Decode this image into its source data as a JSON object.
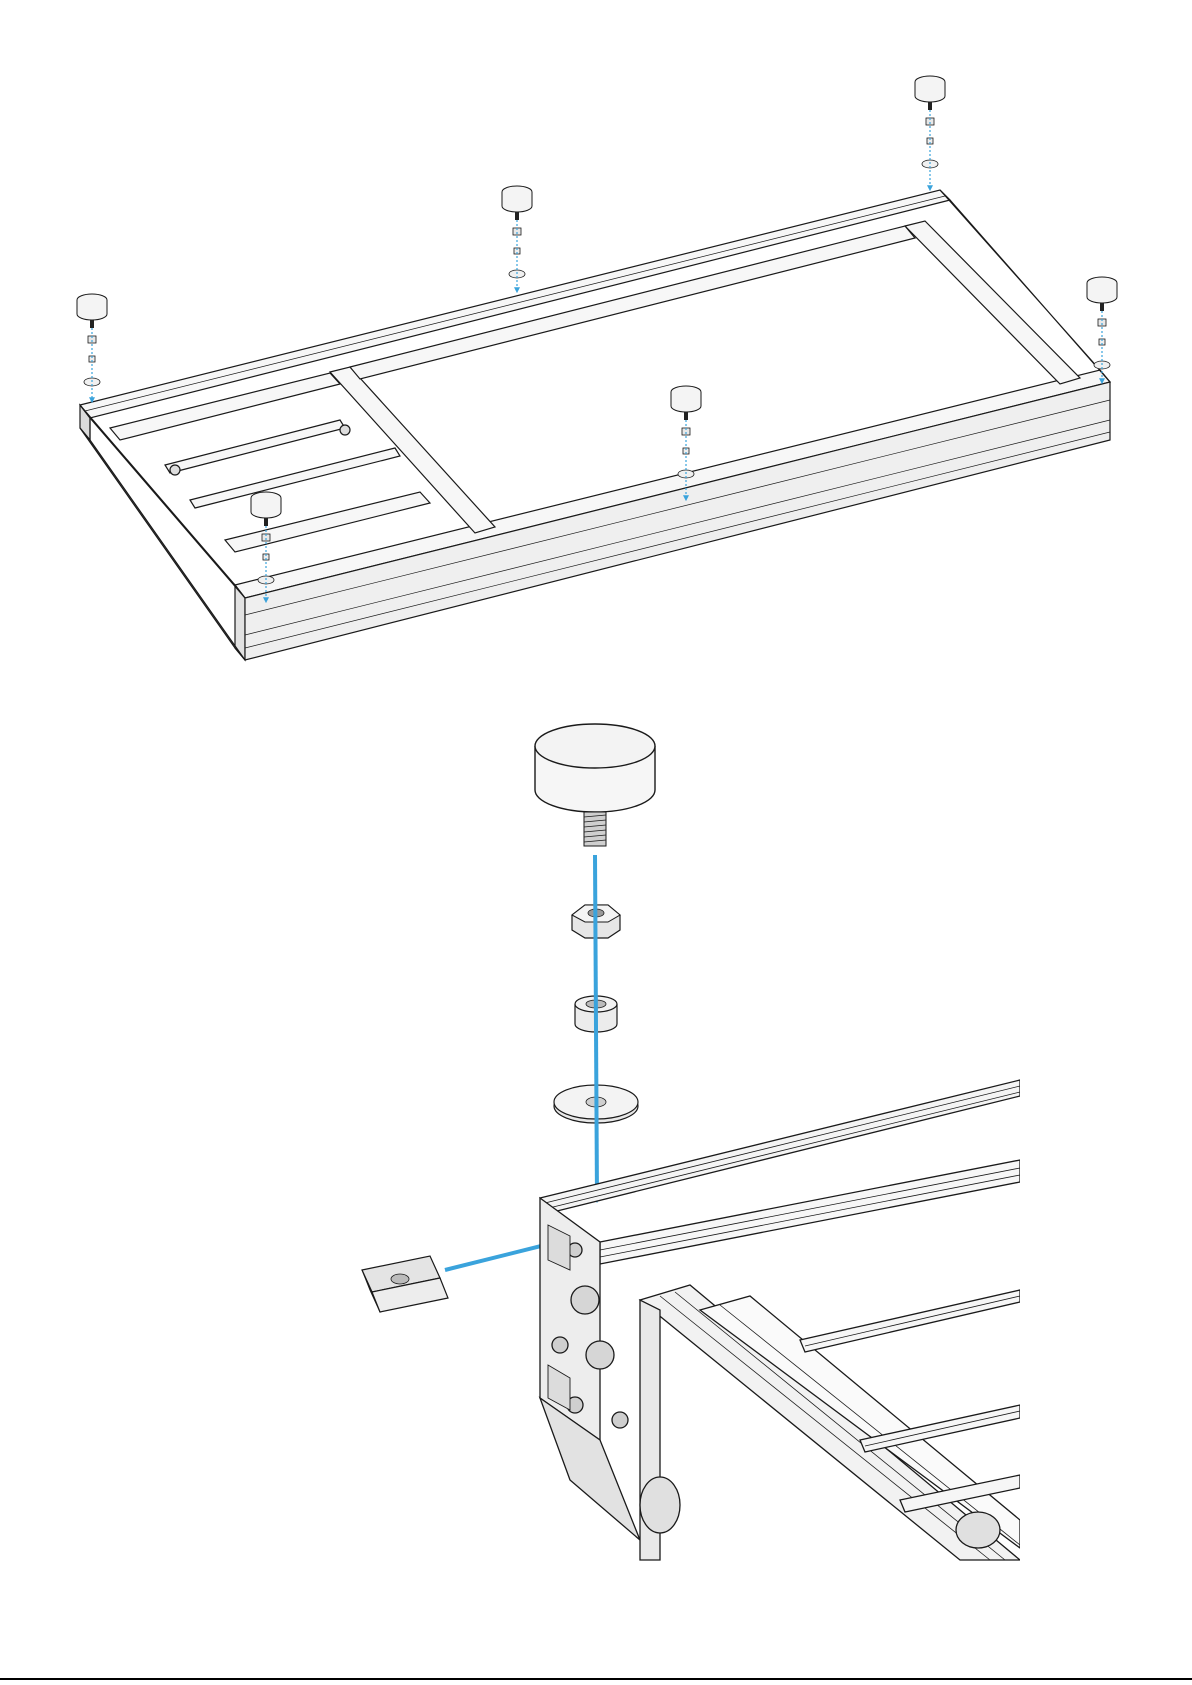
{
  "figure": {
    "top_view": {
      "description_parts": [
        "rubber-foot",
        "hex-nut",
        "spacer",
        "washer",
        "frame"
      ],
      "foot_count": 6
    },
    "detail_view": {
      "parts": [
        "rubber-foot",
        "hex-nut",
        "spacer",
        "washer",
        "t-slot-nut",
        "extrusion-corner"
      ]
    }
  },
  "colors": {
    "arrow": "#3aa3dc",
    "line": "#1a1a1a",
    "fill_light": "#f4f4f4",
    "fill_mid": "#dedede",
    "fill_dark": "#b9b9b9"
  },
  "footer": {
    "page_number": ""
  }
}
